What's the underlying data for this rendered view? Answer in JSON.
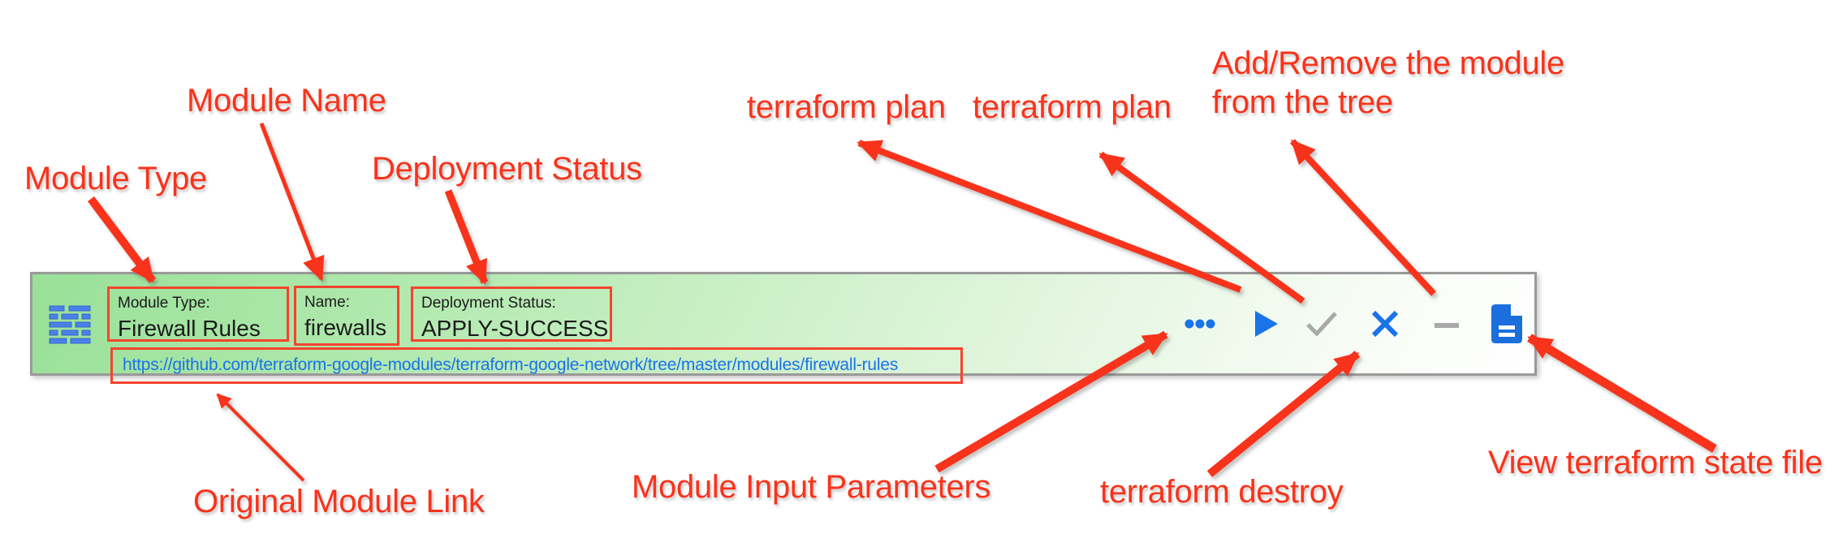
{
  "module_card": {
    "module_type_label": "Module Type:",
    "module_type_value": "Firewall Rules",
    "name_label": "Name:",
    "name_value": "firewalls",
    "status_label": "Deployment Status:",
    "status_value": "APPLY-SUCCESS",
    "link_url": "https://github.com/terraform-google-modules/terraform-google-network/tree/master/modules/firewall-rules",
    "icons": {
      "module_tree": "module-tree-icon (blue dashed rows)",
      "more_options": "ellipsis-icon •••",
      "plan": "play-icon ▶",
      "apply_check": "check-icon ✓",
      "destroy": "close-icon ✕",
      "remove": "minus-icon −",
      "state_file": "document-icon"
    }
  },
  "annotations": {
    "module_type": "Module Type",
    "module_name": "Module Name",
    "deployment_status": "Deployment Status",
    "terraform_plan_1": "terraform plan",
    "terraform_plan_2": "terraform plan",
    "add_remove": [
      "Add/Remove the module",
      "from the tree"
    ],
    "original_module_link": "Original Module Link",
    "module_input_parameters": "Module Input Parameters",
    "terraform_destroy": "terraform destroy",
    "view_state_file": "View terraform state file"
  },
  "colors": {
    "annotation_red": "#f8331b",
    "outline_red": "#f4442e",
    "link_blue": "#1a73e8",
    "icon_blue": "#1a73e8",
    "icon_gray": "#a9a9a9",
    "bar_border_gray": "#9a9a9a",
    "bar_green_top": "#99e098",
    "bar_green_bottom": "#ffffff",
    "text_black": "#1b1b1b"
  }
}
